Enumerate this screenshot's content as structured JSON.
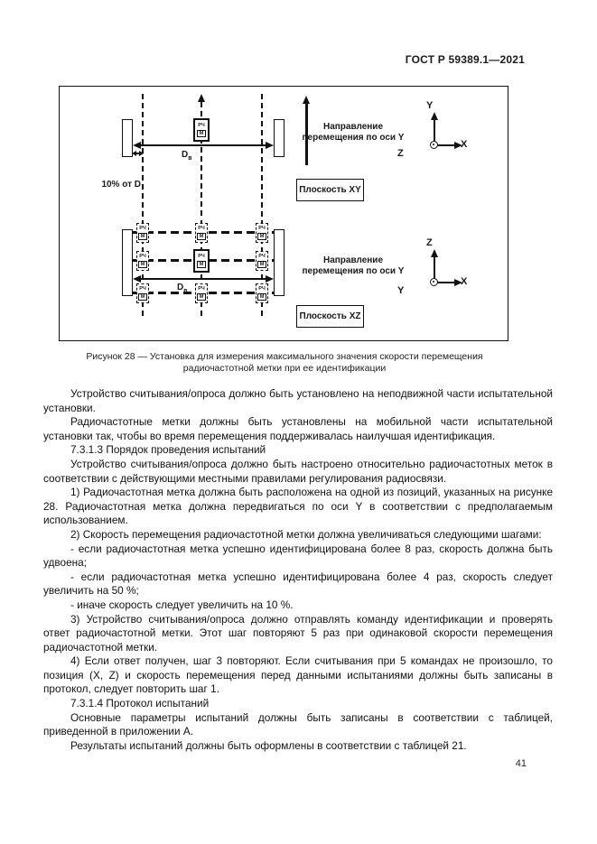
{
  "page": {
    "header": "ГОСТ Р 59389.1—2021",
    "page_number": "41"
  },
  "figure": {
    "tag_rf": "РЧ",
    "tag_m": "М",
    "distance_d": "D",
    "distance_sub": "в",
    "offset_label": "10% от D",
    "top": {
      "direction_line1": "Направление",
      "direction_line2": "перемещения по оси Y",
      "plane_label": "Плоскость XY",
      "axis_up": "Y",
      "axis_right": "X",
      "axis_side": "Z"
    },
    "bottom": {
      "direction_line1": "Направление",
      "direction_line2": "перемещения по оси Y",
      "plane_label": "Плоскость XZ",
      "axis_up": "Z",
      "axis_right": "X",
      "axis_side": "Y"
    },
    "caption_line1": "Рисунок 28 — Установка для измерения максимального значения скорости перемещения",
    "caption_line2": "радиочастотной метки при ее идентификации"
  },
  "paragraphs": [
    "Устройство считывания/опроса должно быть установлено на неподвижной части испытательной установки.",
    "Радиочастотные метки должны быть установлены на мобильной части испытательной установки так, чтобы во время перемещения поддерживалась наилучшая идентификация.",
    "7.3.1.3 Порядок проведения испытаний",
    "Устройство считывания/опроса должно быть настроено относительно радиочастотных меток в соответствии с действующими местными правилами регулирования радиосвязи.",
    "1) Радиочастотная метка должна быть расположена на одной из позиций, указанных на рисунке 28. Радиочастотная метка должна передвигаться по оси Y в соответствии с предполагаемым использованием.",
    "2) Скорость перемещения радиочастотной метки должна увеличиваться следующими шагами:",
    "- если радиочастотная метка успешно идентифицирована более 8 раз, скорость должна быть удвоена;",
    "- если радиочастотная метка успешно идентифицирована более 4 раз, скорость следует увеличить на 50 %;",
    "- иначе скорость следует увеличить на 10 %.",
    "3) Устройство считывания/опроса должно отправлять команду идентификации и проверять ответ радиочастотной метки. Этот шаг повторяют 5 раз при одинаковой скорости перемещения радиочастотной метки.",
    "4) Если ответ получен, шаг 3 повторяют. Если считывания при 5 командах не произошло, то позиция (X, Z) и скорость перемещения перед данными испытаниями должны быть записаны в протокол, следует повторить шаг 1.",
    "7.3.1.4 Протокол испытаний",
    "Основные параметры испытаний должны быть записаны в соответствии с таблицей, приведенной в приложении А.",
    "Результаты испытаний должны быть оформлены в соответствии с таблицей 21."
  ]
}
